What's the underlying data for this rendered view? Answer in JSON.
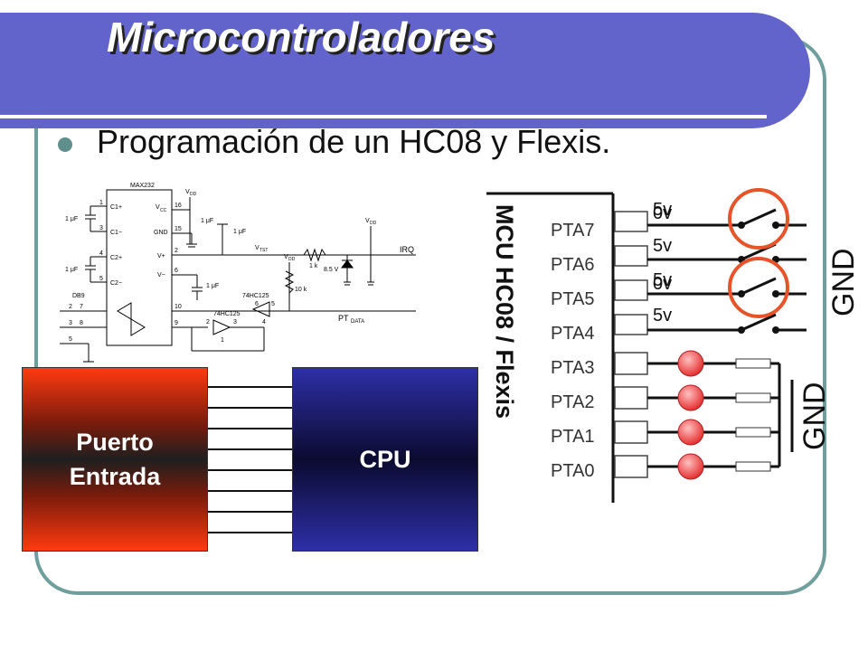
{
  "slide": {
    "title": "Microcontroladores",
    "bullet": "Programación de un HC08 y Flexis."
  },
  "schematic": {
    "ic_name": "MAX232",
    "pins_left": [
      "C1+",
      "C1−",
      "C2+",
      "C2−"
    ],
    "pins_right": [
      "V",
      "GND",
      "V+",
      "V−"
    ],
    "vcc_label": "CC",
    "pin_numbers": [
      "1",
      "3",
      "4",
      "5",
      "16",
      "15",
      "2",
      "6",
      "10",
      "9",
      "7",
      "8",
      "2",
      "3",
      "5"
    ],
    "cap_label": "1 μF",
    "vdd_label": "V",
    "vdd_sub": "DD",
    "vtst_label": "V",
    "vtst_sub": "TST",
    "res1k": "1 k",
    "res10k": "10 k",
    "zener": "8.5 V",
    "irq_label": "IRQ",
    "pt_label": "PT",
    "pt_sub": "DATA",
    "buf1": "74HC125",
    "buf2": "74HC125",
    "buf_pins": [
      "6",
      "5",
      "2",
      "3",
      "4",
      "1"
    ],
    "connector": "DB9"
  },
  "blocks": {
    "puerto_line1": "Puerto",
    "puerto_line2": "Entrada",
    "cpu": "CPU"
  },
  "mcu": {
    "label": "MCU HC08 / Flexis",
    "pins": [
      "PTA7",
      "PTA6",
      "PTA5",
      "PTA4",
      "PTA3",
      "PTA2",
      "PTA1",
      "PTA0"
    ],
    "voltages": [
      "0v",
      "5v",
      "5v",
      "0v",
      "5v",
      "5v"
    ],
    "gnd_switches": "GND",
    "gnd_leds": "GND"
  },
  "colors": {
    "banner": "#6264cc",
    "frame": "#6e9f9c",
    "switch_highlight": "#e8542a",
    "led": "#e53030"
  }
}
